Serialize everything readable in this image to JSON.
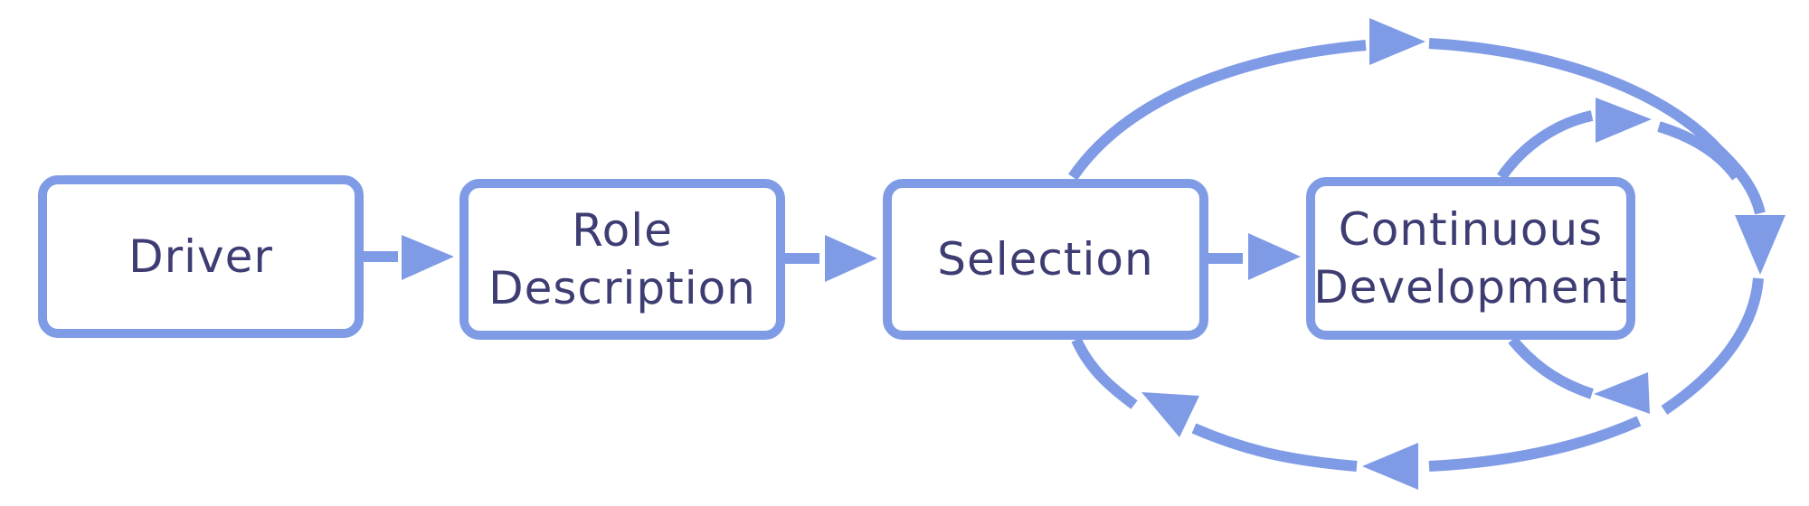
{
  "colors": {
    "accent": "#7f9be6",
    "label": "#3d3d73",
    "background": "#ffffff"
  },
  "nodes": [
    {
      "id": "driver",
      "label": "Driver"
    },
    {
      "id": "role",
      "label": "Role\nDescription"
    },
    {
      "id": "selection",
      "label": "Selection"
    },
    {
      "id": "continuous",
      "label": "Continuous\nDevelopment"
    }
  ],
  "edges": [
    {
      "from": "driver",
      "to": "role"
    },
    {
      "from": "role",
      "to": "selection"
    },
    {
      "from": "selection",
      "to": "continuous"
    },
    {
      "from": "selection",
      "to": "continuous",
      "kind": "outer-loop",
      "via": "top"
    },
    {
      "from": "continuous",
      "to": "selection",
      "kind": "outer-loop",
      "via": "bottom"
    },
    {
      "from": "continuous",
      "to": "continuous",
      "kind": "inner-loop"
    }
  ]
}
